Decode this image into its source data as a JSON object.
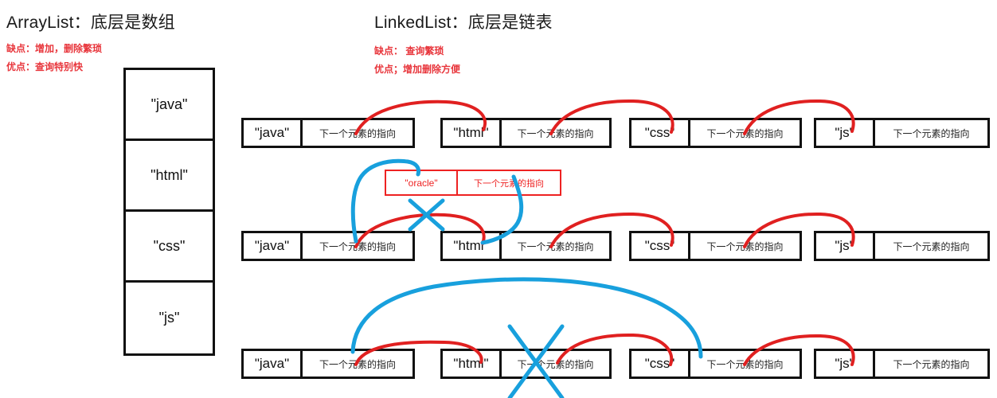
{
  "arraylist": {
    "heading": "ArrayList：底层是数组",
    "con": "缺点：增加，删除繁琐",
    "pro": "优点：查询特别快",
    "cells": [
      "\"java\"",
      "\"html\"",
      "\"css\"",
      "\"js\""
    ]
  },
  "linkedlist": {
    "heading": "LinkedList：底层是链表",
    "con": "缺点： 查询繁琐",
    "pro": "优点；增加删除方便",
    "pointer_label": "下一个元素的指向",
    "rows": [
      {
        "name": "initial-list",
        "nodes": [
          {
            "value": "\"java\"",
            "pointer": "下一个元素的指向"
          },
          {
            "value": "\"html\"",
            "pointer": "下一个元素的指向"
          },
          {
            "value": "\"css\"",
            "pointer": "下一个元素的指向"
          },
          {
            "value": "\"js\"",
            "pointer": "下一个元素的指向"
          }
        ]
      },
      {
        "name": "insert-list",
        "nodes": [
          {
            "value": "\"java\"",
            "pointer": "下一个元素的指向"
          },
          {
            "value": "\"html\"",
            "pointer": "下一个元素的指向"
          },
          {
            "value": "\"css\"",
            "pointer": "下一个元素的指向"
          },
          {
            "value": "\"js\"",
            "pointer": "下一个元素的指向"
          }
        ]
      },
      {
        "name": "delete-list",
        "nodes": [
          {
            "value": "\"java\"",
            "pointer": "下一个元素的指向"
          },
          {
            "value": "\"html\"",
            "pointer": "下一个元素的指向"
          },
          {
            "value": "\"css\"",
            "pointer": "下一个元素的指向"
          },
          {
            "value": "\"js\"",
            "pointer": "下一个元素的指向"
          }
        ]
      }
    ],
    "new_node": {
      "value": "\"oracle\"",
      "pointer": "下一个元素的指向"
    }
  },
  "colors": {
    "red": "#e02020",
    "blue": "#18a0dd",
    "black": "#111111",
    "note_red": "#e8363c"
  }
}
